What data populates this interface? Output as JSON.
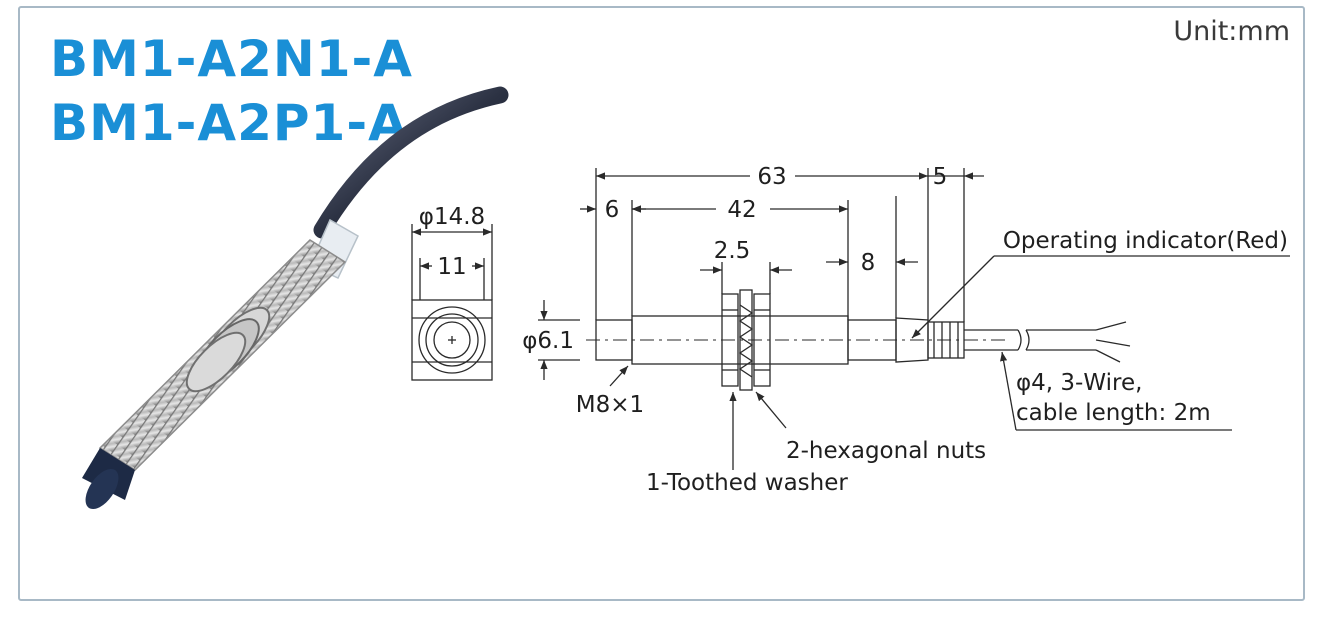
{
  "models": [
    "BM1-A2N1-A",
    "BM1-A2P1-A"
  ],
  "unit_label": "Unit:mm",
  "dimensions": {
    "overall_length": "63",
    "cable_end": "5",
    "thread_offset": "6",
    "thread_length": "42",
    "indicator_length": "8",
    "nut_thickness": "2.5",
    "nut_outer_diameter": "φ14.8",
    "nut_across_flats": "11",
    "body_diameter": "φ6.1"
  },
  "labels": {
    "thread": "M8×1",
    "operating_indicator": "Operating indicator(Red)",
    "cable_line1": "φ4, 3-Wire,",
    "cable_line2": "cable length: 2m",
    "nuts": "2-hexagonal nuts",
    "washer": "1-Toothed washer"
  },
  "colors": {
    "title": "#1a8fd6",
    "frame": "#a8b9c6",
    "drawing": "#2a2a2a"
  }
}
